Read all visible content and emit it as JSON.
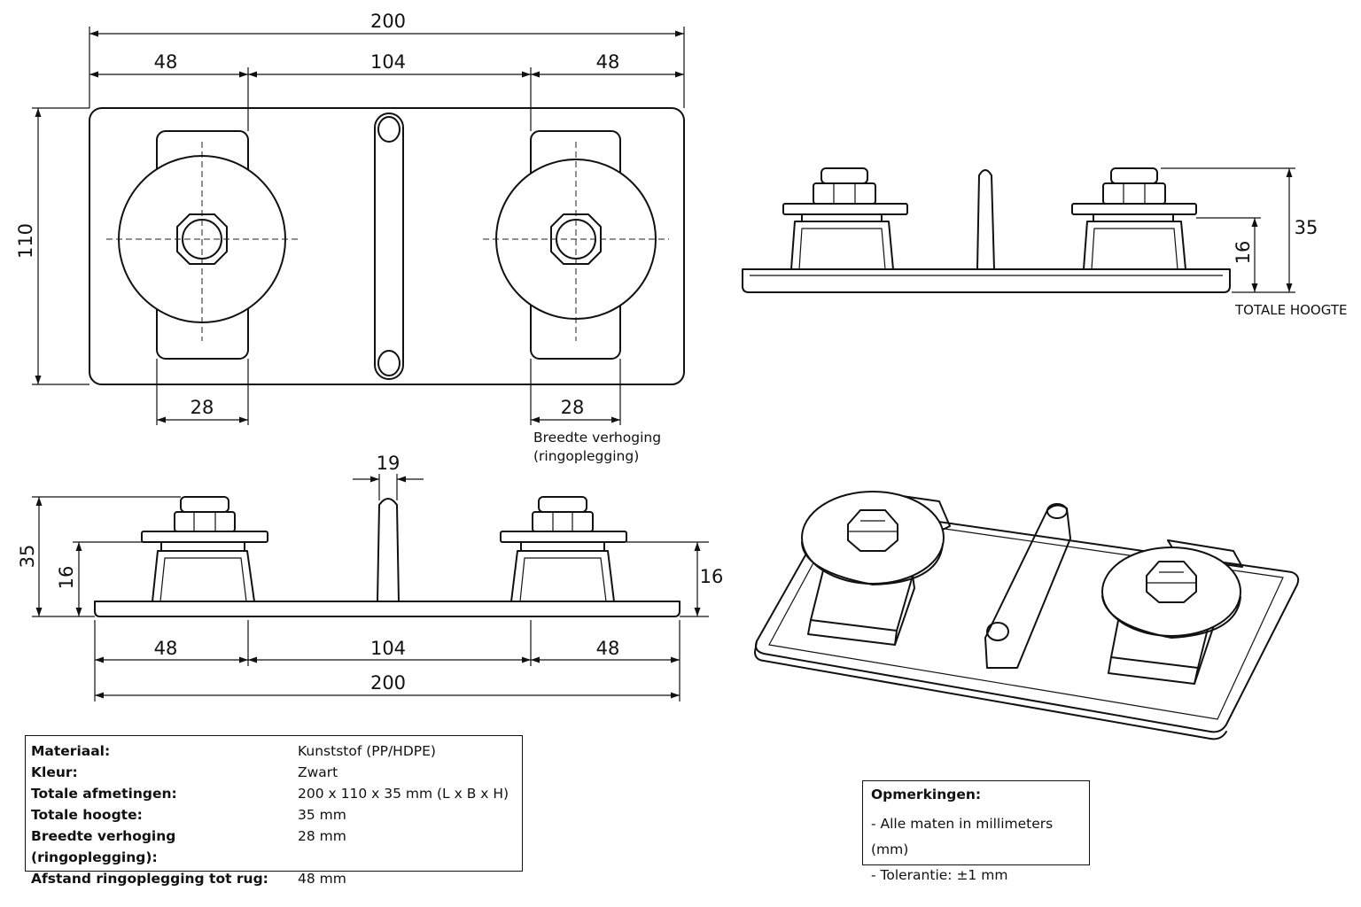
{
  "top_view": {
    "dim_total": "200",
    "dim_left": "48",
    "dim_middle": "104",
    "dim_right": "48",
    "dim_height": "110",
    "dim_pad_left": "28",
    "dim_pad_right": "28",
    "pad_callout_line1": "Breedte verhoging",
    "pad_callout_line2": "(ringoplegging)"
  },
  "side_view_right": {
    "dim_total_height": "35",
    "dim_pad_height": "16",
    "total_height_label": "TOTALE HOOGTE"
  },
  "front_view": {
    "dim_rib": "19",
    "dim_total_height": "35",
    "dim_pad_height_left": "16",
    "dim_pad_height_right": "16",
    "dim_left": "48",
    "dim_middle": "104",
    "dim_right": "48",
    "dim_total": "200"
  },
  "spec_table": {
    "rows": [
      {
        "label": "Materiaal:",
        "value": "Kunststof (PP/HDPE)"
      },
      {
        "label": "Kleur:",
        "value": "Zwart"
      },
      {
        "label": "Totale afmetingen:",
        "value": "200 x 110 x 35 mm (L x B x H)"
      },
      {
        "label": "Totale hoogte:",
        "value": "35 mm"
      },
      {
        "label": "Breedte verhoging (ringoplegging):",
        "value": "28 mm"
      },
      {
        "label": "Afstand ringoplegging tot rug:",
        "value": "48 mm"
      }
    ]
  },
  "notes": {
    "title": "Opmerkingen:",
    "items": [
      "- Alle maten in millimeters (mm)",
      "- Tolerantie: ±1 mm"
    ]
  }
}
